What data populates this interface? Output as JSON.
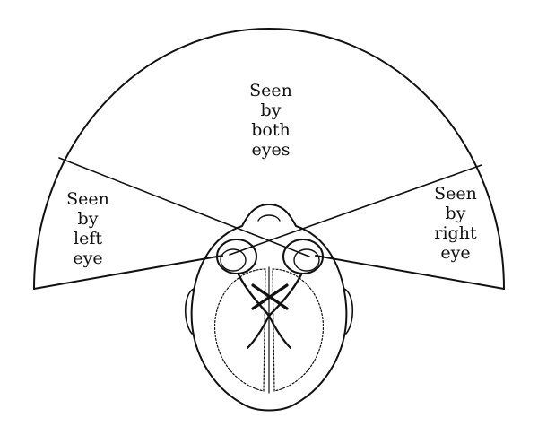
{
  "regions": {
    "both": {
      "lines": [
        "Seen",
        "by",
        "both",
        "eyes"
      ]
    },
    "left": {
      "lines": [
        "Seen",
        "by",
        "left",
        "eye"
      ]
    },
    "right": {
      "lines": [
        "Seen",
        "by",
        "right",
        "eye"
      ]
    }
  },
  "colors": {
    "ink": "#111111",
    "background": "#ffffff"
  }
}
